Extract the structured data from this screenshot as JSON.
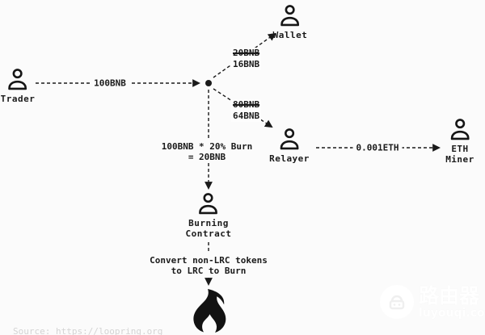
{
  "nodes": {
    "trader": {
      "label": "Trader"
    },
    "wallet": {
      "label": "Wallet"
    },
    "relayer": {
      "label": "Relayer"
    },
    "eth_miner": {
      "line1": "ETH",
      "line2": "Miner"
    },
    "burning_contract": {
      "line1": "Burning",
      "line2": "Contract"
    }
  },
  "edges": {
    "trader_to_pool": {
      "label": "100BNB"
    },
    "pool_to_wallet": {
      "old_amount": "20BNB",
      "new_amount": "16BNB"
    },
    "pool_to_relayer": {
      "old_amount": "80BNB",
      "new_amount": "64BNB"
    },
    "burn_calc": {
      "line1": "100BNB * 20% Burn",
      "line2": "= 20BNB"
    },
    "relayer_to_miner": {
      "label": "0.001ETH"
    }
  },
  "burn_note": {
    "line1": "Convert non-LRC tokens",
    "line2": "to LRC to Burn"
  },
  "footer": {
    "source_caption": "Source: https://loopring.org"
  },
  "watermark": {
    "brand": "路由器",
    "domain": "luyouqi.com"
  },
  "colors": {
    "ink": "#1a1a1a",
    "background": "#fbfbfb",
    "watermark_text": "#ffffff"
  }
}
